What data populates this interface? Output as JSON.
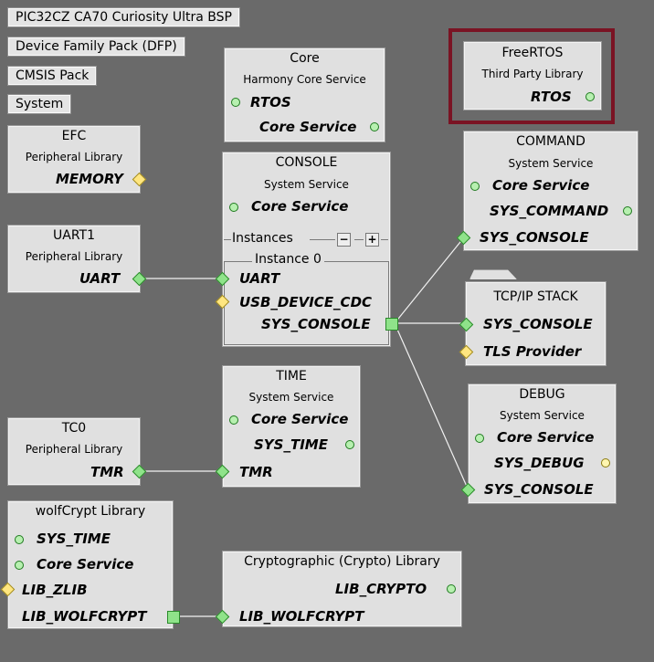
{
  "tabs": {
    "bsp": "PIC32CZ CA70 Curiosity Ultra BSP",
    "dfp": "Device Family Pack (DFP)",
    "cmsis": "CMSIS Pack",
    "system": "System"
  },
  "components": {
    "core": {
      "title": "Core",
      "subtitle": "Harmony Core Service",
      "rtos": "RTOS",
      "core_service": "Core Service"
    },
    "freertos": {
      "title": "FreeRTOS",
      "subtitle": "Third Party Library",
      "rtos": "RTOS"
    },
    "efc": {
      "title": "EFC",
      "subtitle": "Peripheral Library",
      "memory": "MEMORY"
    },
    "console": {
      "title": "CONSOLE",
      "subtitle": "System Service",
      "core_service": "Core Service",
      "instances": "Instances",
      "instance0": "Instance 0",
      "uart": "UART",
      "usb": "USB_DEVICE_CDC",
      "sys_console": "SYS_CONSOLE"
    },
    "command": {
      "title": "COMMAND",
      "subtitle": "System Service",
      "core_service": "Core Service",
      "sys_command": "SYS_COMMAND",
      "sys_console": "SYS_CONSOLE"
    },
    "uart1": {
      "title": "UART1",
      "subtitle": "Peripheral Library",
      "uart": "UART"
    },
    "tcpip": {
      "title": "TCP/IP STACK",
      "sys_console": "SYS_CONSOLE",
      "tls": "TLS Provider"
    },
    "time": {
      "title": "TIME",
      "subtitle": "System Service",
      "core_service": "Core Service",
      "sys_time": "SYS_TIME",
      "tmr": "TMR"
    },
    "debug": {
      "title": "DEBUG",
      "subtitle": "System Service",
      "core_service": "Core Service",
      "sys_debug": "SYS_DEBUG",
      "sys_console": "SYS_CONSOLE"
    },
    "tc0": {
      "title": "TC0",
      "subtitle": "Peripheral Library",
      "tmr": "TMR"
    },
    "wolfcrypt": {
      "title": "wolfCrypt Library",
      "sys_time": "SYS_TIME",
      "core_service": "Core Service",
      "lib_zlib": "LIB_ZLIB",
      "lib_wolfcrypt": "LIB_WOLFCRYPT"
    },
    "crypto": {
      "title": "Cryptographic (Crypto) Library",
      "lib_crypto": "LIB_CRYPTO",
      "lib_wolfcrypt": "LIB_WOLFCRYPT"
    }
  },
  "colors": {
    "background": "#6a6a6a",
    "highlight": "#7a1323",
    "connector_green": "#8fe38a",
    "connector_yellow": "#ffe680"
  }
}
